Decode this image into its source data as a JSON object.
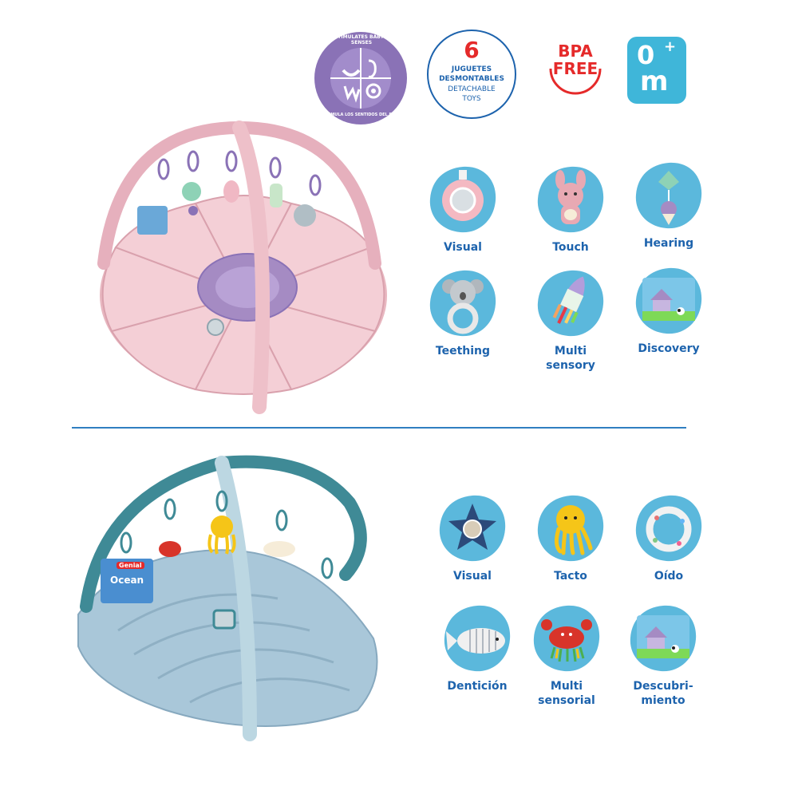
{
  "badges": {
    "senses": {
      "outer_top": "STIMULATES BABY'S SENSES",
      "outer_bottom": "ESTIMULA LOS SENTIDOS DEL BEBÉ",
      "color": "#8a72b6"
    },
    "toys": {
      "number": "6",
      "line1": "JUGUETES",
      "line2": "DESMONTABLES",
      "line3": "DETACHABLE",
      "line4": "TOYS",
      "number_color": "#e52a2a",
      "text_color": "#1d63ad"
    },
    "bpa": {
      "line1": "BPA",
      "line2": "FREE",
      "color": "#e52a2a"
    },
    "age": {
      "value": "0",
      "plus": "+",
      "unit": "m",
      "color": "#3fb6d9"
    }
  },
  "colors": {
    "label_blue": "#1d63ad",
    "blob_blue": "#5bb8dc",
    "pink_mat": "#f2c9d0",
    "purple_center": "#a58bc3",
    "ocean_mat": "#a9c7d9",
    "ocean_arch": "#3f8a96"
  },
  "top_features": [
    {
      "label": "Visual",
      "icon": "mirror-icon"
    },
    {
      "label": "Touch",
      "icon": "bunny-icon"
    },
    {
      "label": "Hearing",
      "icon": "rattle-icon"
    },
    {
      "label": "Teething",
      "icon": "koala-teether-icon"
    },
    {
      "label_line1": "Multi",
      "label_line2": "sensory",
      "icon": "rocket-icon"
    },
    {
      "label": "Discovery",
      "icon": "book-icon"
    }
  ],
  "bottom_features": [
    {
      "label": "Visual",
      "icon": "star-mirror-icon"
    },
    {
      "label": "Tacto",
      "icon": "octopus-icon"
    },
    {
      "label": "Oído",
      "icon": "ring-rattle-icon"
    },
    {
      "label": "Dentición",
      "icon": "whale-icon"
    },
    {
      "label_line1": "Multi",
      "label_line2": "sensorial",
      "icon": "crab-icon"
    },
    {
      "label_line1": "Descubri-",
      "label_line2": "miento",
      "icon": "book-icon"
    }
  ],
  "ocean_book": {
    "brand": "Genial",
    "title": "Ocean"
  }
}
